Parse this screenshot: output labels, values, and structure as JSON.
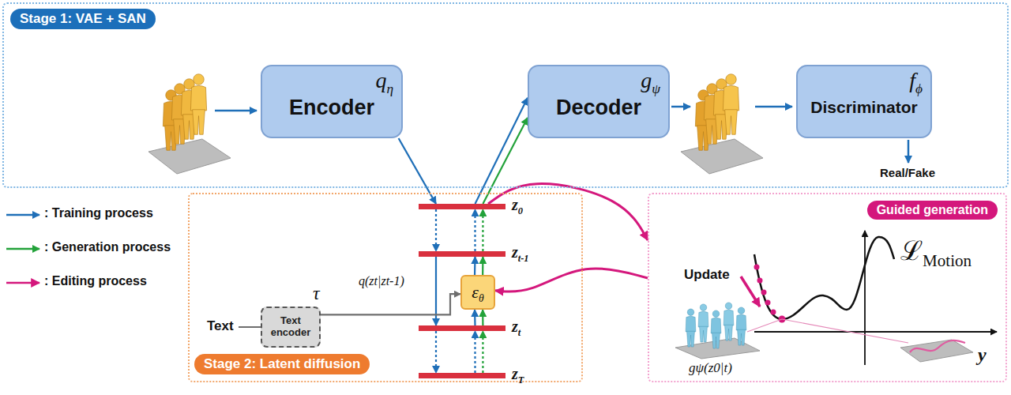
{
  "diagram": {
    "nodes": [
      {
        "text": [
          "Stage 1: VAE + SAN"
        ]
      },
      {
        "text": [
          "Encoder",
          "qη"
        ],
        "in": 0
      },
      {
        "text": [
          "Decoder",
          "gψ"
        ],
        "in": 0
      },
      {
        "text": [
          "Discriminator",
          "fϕ"
        ],
        "in": 0
      },
      {
        "text": [
          "Stage 2: Latent diffusion"
        ]
      },
      {
        "text": [
          "z0"
        ],
        "in": 4
      },
      {
        "text": [
          "zt-1"
        ],
        "in": 4
      },
      {
        "text": [
          "zt"
        ],
        "in": 4
      },
      {
        "text": [
          "zT"
        ],
        "in": 4
      },
      {
        "text": [
          "εθ"
        ],
        "in": 4
      },
      {
        "text": [
          "Text encoder",
          "τ"
        ],
        "in": 4
      },
      {
        "text": [
          "Guided generation"
        ]
      }
    ],
    "edges": [
      {
        "from": 1,
        "to": 5,
        "arrow": "to"
      },
      {
        "from": 5,
        "to": 2,
        "arrow": "to"
      },
      {
        "from": 5,
        "to": 2,
        "arrow": "to"
      },
      {
        "from": 5,
        "to": 6,
        "arrow": "to"
      },
      {
        "from": 6,
        "to": 7,
        "arrow": "to",
        "label": "q(zt|zt-1)"
      },
      {
        "from": 7,
        "to": 8,
        "arrow": "to"
      },
      {
        "from": 8,
        "to": 7,
        "arrow": "to"
      },
      {
        "from": 8,
        "to": 7,
        "arrow": "to"
      },
      {
        "from": 7,
        "to": 9,
        "arrow": "to"
      },
      {
        "from": 7,
        "to": 9,
        "arrow": "to"
      },
      {
        "from": 9,
        "to": 6,
        "arrow": "to"
      },
      {
        "from": 9,
        "to": 6,
        "arrow": "to"
      },
      {
        "from": 6,
        "to": 5,
        "arrow": "to"
      },
      {
        "from": 6,
        "to": 5,
        "arrow": "to"
      },
      {
        "from": 10,
        "to": 9,
        "arrow": "to"
      },
      {
        "from": 5,
        "to": 11,
        "arrow": "to"
      },
      {
        "from": 11,
        "to": 9,
        "arrow": "to"
      }
    ],
    "labels": [
      "Text",
      "Update",
      "ℒMotion",
      "gψ(z0|t)",
      "y",
      "Real/Fake"
    ],
    "legend": [
      {
        "text": ": Training process"
      },
      {
        "text": ": Generation process"
      },
      {
        "text": ": Editing process"
      }
    ]
  }
}
